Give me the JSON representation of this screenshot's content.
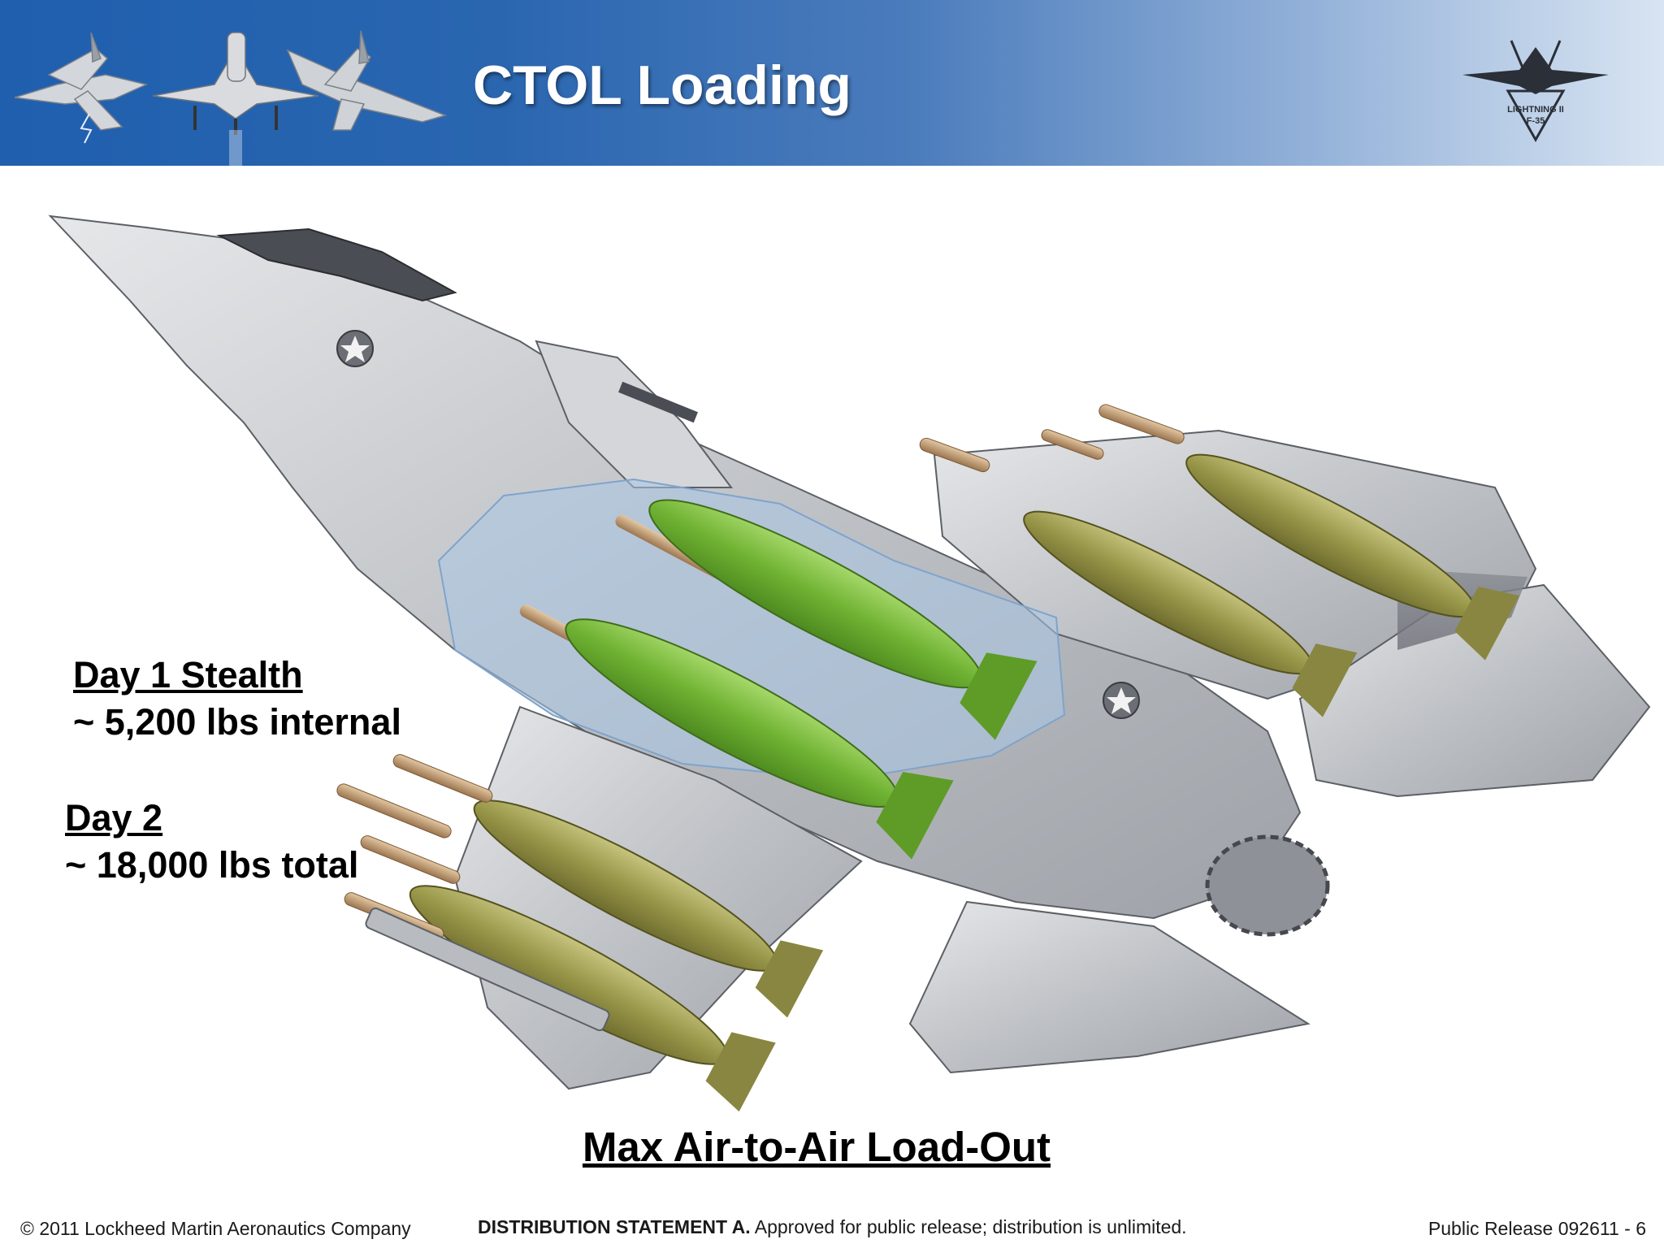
{
  "header": {
    "title": "CTOL Loading",
    "logo_text": [
      "LIGHTNING II",
      "F-35"
    ]
  },
  "callouts": [
    {
      "heading": "Day 1 Stealth",
      "value": "~ 5,200 lbs internal"
    },
    {
      "heading": "Day 2",
      "value": "~ 18,000 lbs total"
    }
  ],
  "caption": "Max Air-to-Air Load-Out",
  "footer": {
    "copyright": "© 2011 Lockheed Martin Aeronautics Company",
    "distribution_label": "DISTRIBUTION STATEMENT A.",
    "distribution_text": " Approved for public release; distribution is unlimited.",
    "release": "Public Release 092611 - 6"
  },
  "colors": {
    "banner_start": "#1f5fae",
    "banner_end": "#d8e4f2",
    "aircraft_skin": "#c9cbce",
    "internal_bay": "#a9c7e6",
    "internal_store": "#7bbf3f",
    "external_store": "#9a9a52",
    "missile": "#b8926a"
  }
}
